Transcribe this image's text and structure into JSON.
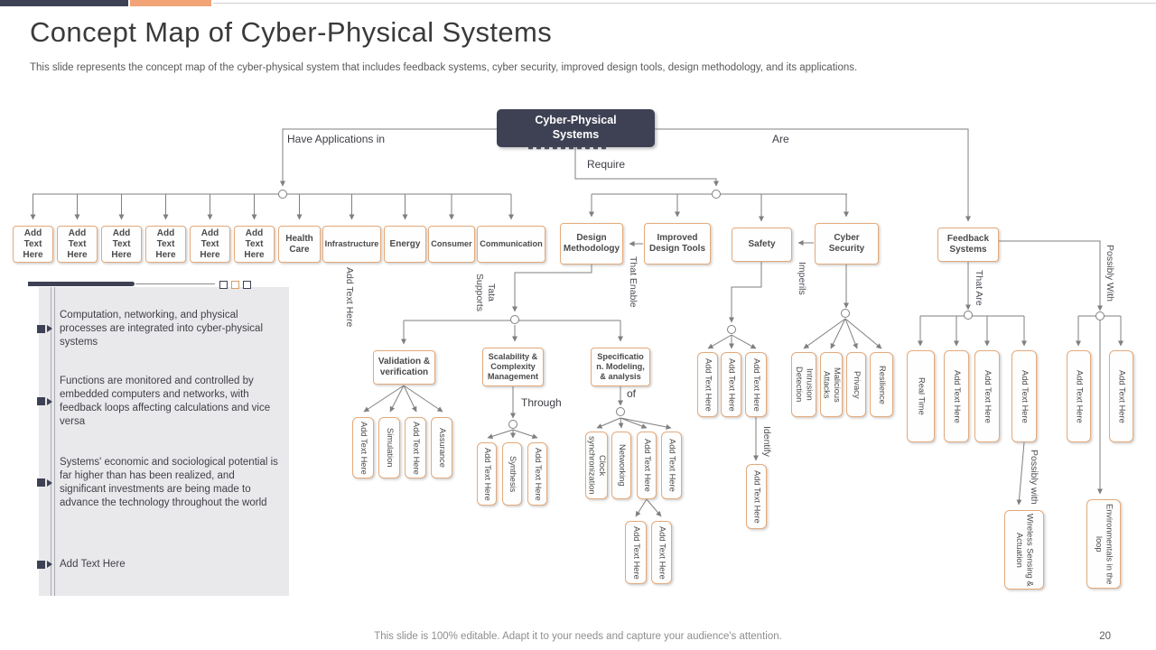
{
  "header": {
    "title": "Concept Map of Cyber-Physical Systems",
    "subtitle": "This slide represents the concept map of the cyber-physical system that includes feedback systems, cyber security, improved design tools, design methodology, and its applications."
  },
  "diagram": {
    "root": "Cyber-Physical Systems",
    "edge_labels": {
      "have_applications_in": "Have Applications in",
      "are": "Are",
      "require": "Require",
      "add_text_here": "Add Text Here",
      "tata_supports": "Tata Supports",
      "that_enable": "That Enable",
      "imperils": "Imperils",
      "that_are": "That Are",
      "possibly_with": "Possibly With",
      "through": "Through",
      "of": "of",
      "identify": "Identify",
      "possibly_with_lower": "Possibly with"
    },
    "applications": [
      "Add Text Here",
      "Add Text Here",
      "Add Text Here",
      "Add Text Here",
      "Add Text Here",
      "Add Text Here",
      "Health Care",
      "Infrastructure",
      "Energy",
      "Consumer",
      "Communication"
    ],
    "requirements": [
      "Design Methodology",
      "Improved Design Tools",
      "Safety",
      "Cyber Security"
    ],
    "feedback_systems": "Feedback Systems",
    "design_methodology_children": [
      "Validation & verification",
      "Scalability & Complexity Management",
      "Specificatio n. Modeling, & analysis"
    ],
    "validation_children": [
      "Add Text Here",
      "Simulation",
      "Add Text Here",
      "Assurance"
    ],
    "scalability_children": [
      "Add Text Here",
      "Synthesis",
      "Add Text Here"
    ],
    "specification_children": [
      "Clock synchronization",
      "Networking",
      "Add Text Here",
      "Add Text Here"
    ],
    "specification_grandchildren": [
      "Add Text Here",
      "Add Text Here"
    ],
    "safety_children": [
      "Add Text Here",
      "Add Text Here",
      "Add Text Here"
    ],
    "safety_grandchild": "Add Text Here",
    "cyber_security_children": [
      "Intrusion Detection",
      "Malicious Attacks",
      "Privacy",
      "Resilience"
    ],
    "feedback_children": [
      "Real Time",
      "Add Text Here",
      "Add Text Here",
      "Add Text Here"
    ],
    "wireless_node": "Wireless Sensing & Actuation",
    "possibly_with_children": [
      "Add Text Here",
      "Add Text Here"
    ],
    "environmentals_node": "Environmentals in the loop"
  },
  "sidebar": {
    "bullets": [
      "Computation, networking, and physical processes are integrated into cyber-physical systems",
      "Functions are monitored and controlled by embedded computers and networks, with feedback loops affecting calculations and vice versa",
      "Systems' economic and sociological potential is far higher than has been realized, and significant investments are being made to advance the technology throughout the world",
      "Add Text Here"
    ]
  },
  "footer": {
    "note": "This slide is 100% editable. Adapt it to your needs and capture your audience's attention.",
    "page": "20"
  },
  "colors": {
    "navy": "#3e4154",
    "orange": "#f2a477",
    "box_border": "#e4aa7b",
    "line": "#7f7f7f"
  }
}
